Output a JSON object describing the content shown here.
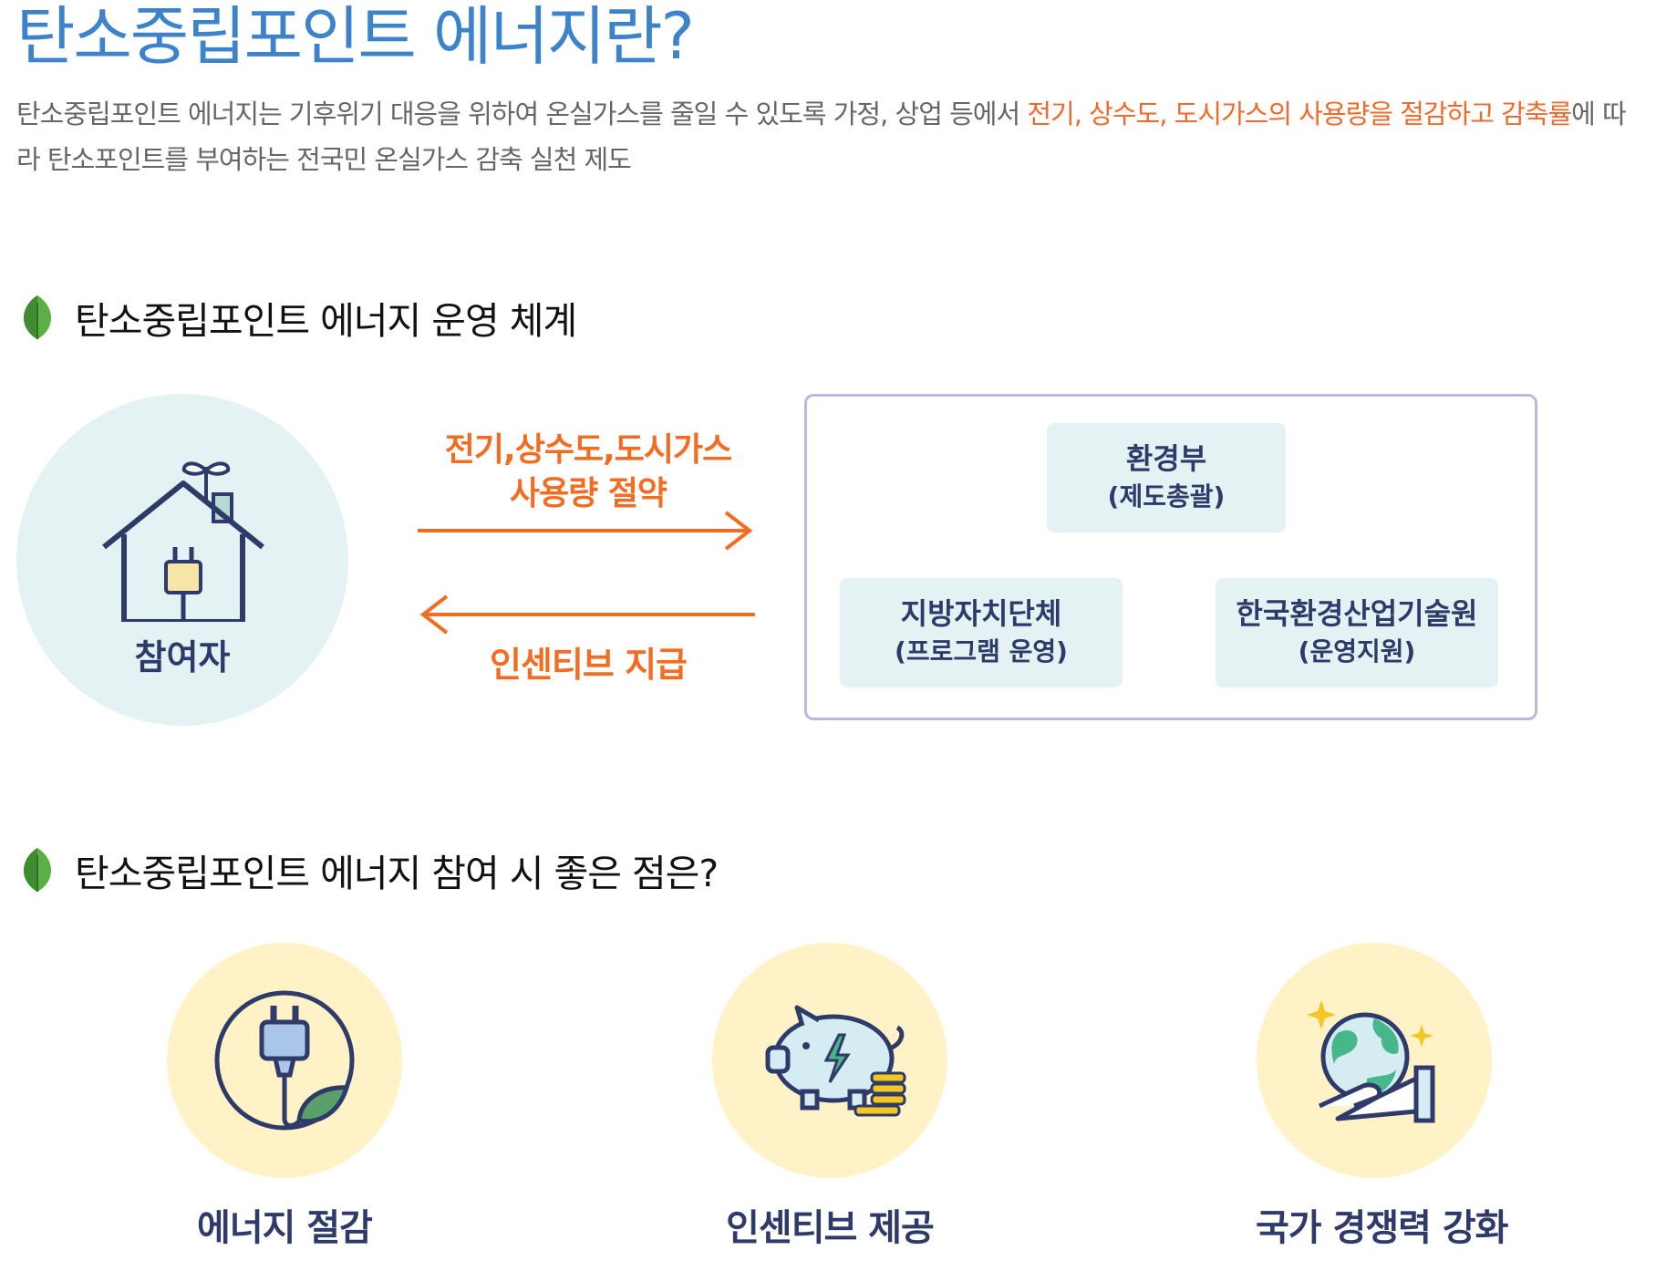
{
  "header": {
    "title": "탄소중립포인트 에너지란?",
    "description_pre": "탄소중립포인트 에너지는 기후위기 대응을 위하여 온실가스를 줄일 수 있도록 가정, 상업 등에서 ",
    "description_highlight": "전기, 상수도, 도시가스의 사용량을 절감하고 감축률",
    "description_post": "에 따라 탄소포인트를 부여하는 전국민 온실가스 감축 실천 제도",
    "highlight_color": "#f06a2c"
  },
  "system": {
    "heading": "탄소중립포인트 에너지 운영 체계",
    "icon": "leaf-icon",
    "participant_label": "참여자",
    "saving_label_line1": "전기,상수도,도시가스",
    "saving_label_line2": "사용량 절약",
    "incentive_label": "인센티브 지급",
    "organizations": [
      {
        "name": "환경부",
        "role": "(제도총괄)"
      },
      {
        "name": "지방자치단체",
        "role": "(프로그램 운영)"
      },
      {
        "name": "한국환경산업기술원",
        "role": "(운영지원)"
      }
    ],
    "arrow_color": "#f26d21"
  },
  "benefits": {
    "heading": "탄소중립포인트 에너지 참여 시 좋은 점은?",
    "icon": "leaf-icon",
    "items": [
      {
        "label": "에너지 절감",
        "icon": "plug-leaf-icon"
      },
      {
        "label": "인센티브 제공",
        "icon": "piggy-bank-icon"
      },
      {
        "label": "국가 경쟁력 강화",
        "icon": "globe-hand-icon"
      }
    ]
  }
}
